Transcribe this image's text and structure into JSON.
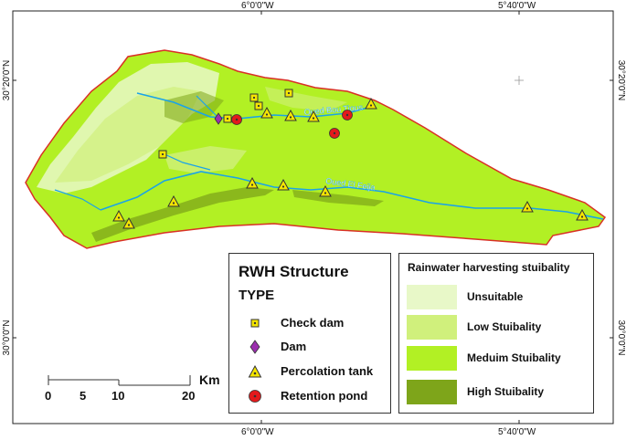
{
  "graticule": {
    "top_left": "6°0'0\"W",
    "top_right": "5°40'0\"W",
    "bottom_left": "6°0'0\"W",
    "bottom_right": "5°40'0\"W",
    "left_upper": "30°20'0\"N",
    "left_lower": "30°0'0\"N",
    "right_upper": "30°20'0\"N",
    "right_lower": "30°0'0\"N"
  },
  "rivers": {
    "north": "Oued Bou Tious",
    "south": "Oued El Feija"
  },
  "colors": {
    "unsuitable": "#e8f8c8",
    "low": "#d0f07c",
    "medium": "#b2f024",
    "high": "#7ea51a",
    "river": "#1aa3e8",
    "boundary": "#d93025",
    "check_dam": "#f5e600",
    "dam": "#9b2fae",
    "percolation_tank": "#f5e600",
    "retention_pond": "#e31a1c"
  },
  "legend_rwh": {
    "title": "RWH Structure",
    "subtitle": "TYPE",
    "items": [
      {
        "label": "Check dam",
        "icon": "square-icon"
      },
      {
        "label": "Dam",
        "icon": "diamond-icon"
      },
      {
        "label": "Percolation tank",
        "icon": "triangle-icon"
      },
      {
        "label": "Retention pond",
        "icon": "circle-icon"
      }
    ]
  },
  "legend_suitability": {
    "title": "Rainwater harvesting stuibality",
    "items": [
      {
        "label": "Unsuitable"
      },
      {
        "label": "Low Stuibality"
      },
      {
        "label": "Meduim Stuibality"
      },
      {
        "label": "High Stuibality"
      }
    ]
  },
  "scalebar": {
    "unit": "Km",
    "ticks": [
      "0",
      "5",
      "10",
      "20"
    ]
  }
}
